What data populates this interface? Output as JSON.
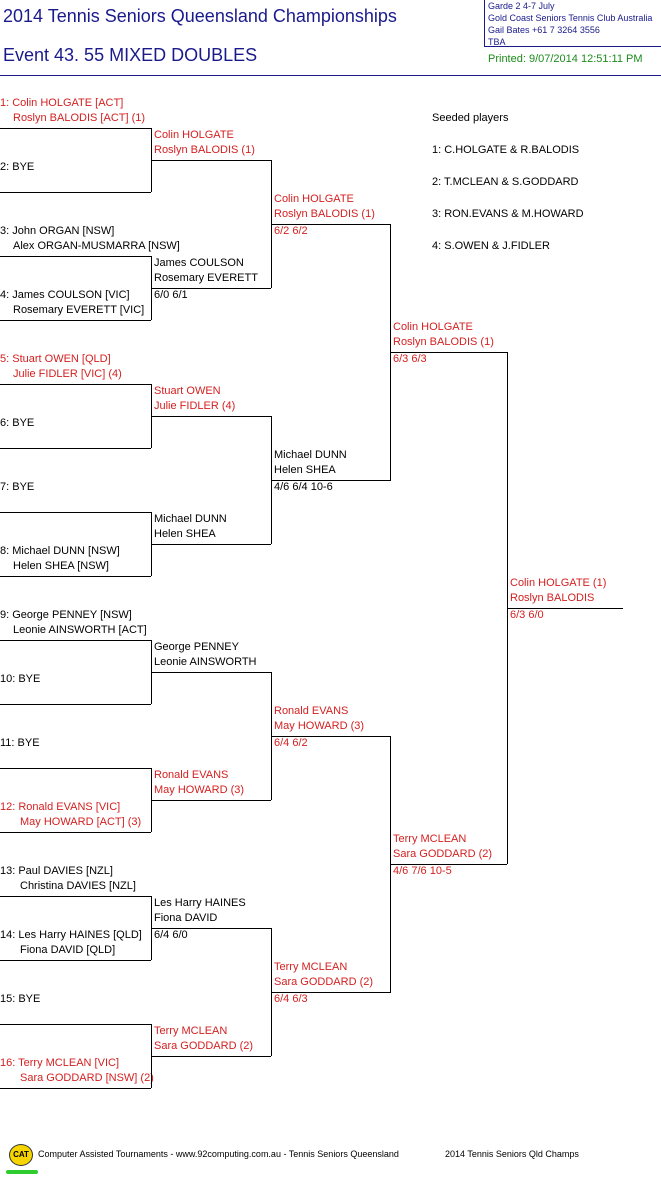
{
  "header": {
    "title": "2014 Tennis Seniors Queensland Championships",
    "event": "Event 43. 55 MIXED DOUBLES",
    "printed": "Printed: 9/07/2014 12:51:11 PM",
    "info": [
      "Garde 2    4-7 July",
      "Gold Coast Seniors Tennis Club    Australia",
      "Gail Bates    +61 7 3264 3556",
      "TBA"
    ]
  },
  "round1": [
    {
      "p1": "1: Colin HOLGATE [ACT]",
      "p2": "Roslyn BALODIS [ACT] (1)",
      "red": true
    },
    {
      "p1": "2: BYE",
      "p2": "",
      "red": false
    },
    {
      "p1": "3: John ORGAN [NSW]",
      "p2": "Alex ORGAN-MUSMARRA [NSW]",
      "red": false
    },
    {
      "p1": "4: James COULSON [VIC]",
      "p2": "Rosemary EVERETT [VIC]",
      "red": false
    },
    {
      "p1": "5: Stuart OWEN [QLD]",
      "p2": "Julie FIDLER [VIC] (4)",
      "red": true
    },
    {
      "p1": "6: BYE",
      "p2": "",
      "red": false
    },
    {
      "p1": "7: BYE",
      "p2": "",
      "red": false
    },
    {
      "p1": "8: Michael DUNN [NSW]",
      "p2": "Helen SHEA [NSW]",
      "red": false
    },
    {
      "p1": "9: George PENNEY [NSW]",
      "p2": "Leonie AINSWORTH [ACT]",
      "red": false
    },
    {
      "p1": "10: BYE",
      "p2": "",
      "red": false
    },
    {
      "p1": "11: BYE",
      "p2": "",
      "red": false
    },
    {
      "p1": "12: Ronald EVANS [VIC]",
      "p2": "May HOWARD [ACT] (3)",
      "red": true
    },
    {
      "p1": "13: Paul DAVIES [NZL]",
      "p2": "Christina DAVIES [NZL]",
      "red": false
    },
    {
      "p1": "14: Les Harry HAINES [QLD]",
      "p2": "Fiona DAVID [QLD]",
      "red": false
    },
    {
      "p1": "15: BYE",
      "p2": "",
      "red": false
    },
    {
      "p1": "16: Terry MCLEAN [VIC]",
      "p2": "Sara GODDARD [NSW] (2)",
      "red": true
    }
  ],
  "round2": [
    {
      "p1": "Colin HOLGATE",
      "p2": "Roslyn BALODIS (1)",
      "score": "",
      "red": true
    },
    {
      "p1": "James COULSON",
      "p2": "Rosemary EVERETT",
      "score": "6/0 6/1",
      "red": false
    },
    {
      "p1": "Stuart OWEN",
      "p2": "Julie FIDLER (4)",
      "score": "",
      "red": true
    },
    {
      "p1": "Michael DUNN",
      "p2": "Helen SHEA",
      "score": "",
      "red": false
    },
    {
      "p1": "George PENNEY",
      "p2": "Leonie AINSWORTH",
      "score": "",
      "red": false
    },
    {
      "p1": "Ronald EVANS",
      "p2": "May HOWARD (3)",
      "score": "",
      "red": true
    },
    {
      "p1": "Les Harry HAINES",
      "p2": "Fiona DAVID",
      "score": "6/4 6/0",
      "red": false
    },
    {
      "p1": "Terry MCLEAN",
      "p2": "Sara GODDARD (2)",
      "score": "",
      "red": true
    }
  ],
  "round3": [
    {
      "p1": "Colin HOLGATE",
      "p2": "Roslyn BALODIS (1)",
      "score": "6/2 6/2",
      "red": true
    },
    {
      "p1": "Michael DUNN",
      "p2": "Helen SHEA",
      "score": "4/6 6/4 10-6",
      "red": false
    },
    {
      "p1": "Ronald EVANS",
      "p2": "May HOWARD (3)",
      "score": "6/4 6/2",
      "red": true
    },
    {
      "p1": "Terry MCLEAN",
      "p2": "Sara GODDARD (2)",
      "score": "6/4 6/3",
      "red": true
    }
  ],
  "round4": [
    {
      "p1": "Colin HOLGATE",
      "p2": "Roslyn BALODIS (1)",
      "score": "6/3 6/3",
      "red": true
    },
    {
      "p1": "Terry MCLEAN",
      "p2": "Sara GODDARD (2)",
      "score": "4/6 7/6 10-5",
      "red": true
    }
  ],
  "final": {
    "p1": "Colin HOLGATE (1)",
    "p2": "Roslyn BALODIS",
    "score": "6/3 6/0",
    "red": true
  },
  "seeded": {
    "title": "Seeded players",
    "items": [
      "1: C.HOLGATE & R.BALODIS",
      "2: T.MCLEAN & S.GODDARD",
      "3: RON.EVANS & M.HOWARD",
      "4: S.OWEN & J.FIDLER"
    ]
  },
  "footer": {
    "logo": "CAT",
    "left": "Computer Assisted Tournaments - www.92computing.com.au -  Tennis Seniors Queensland",
    "right": "2014 Tennis Seniors Qld Champs"
  }
}
